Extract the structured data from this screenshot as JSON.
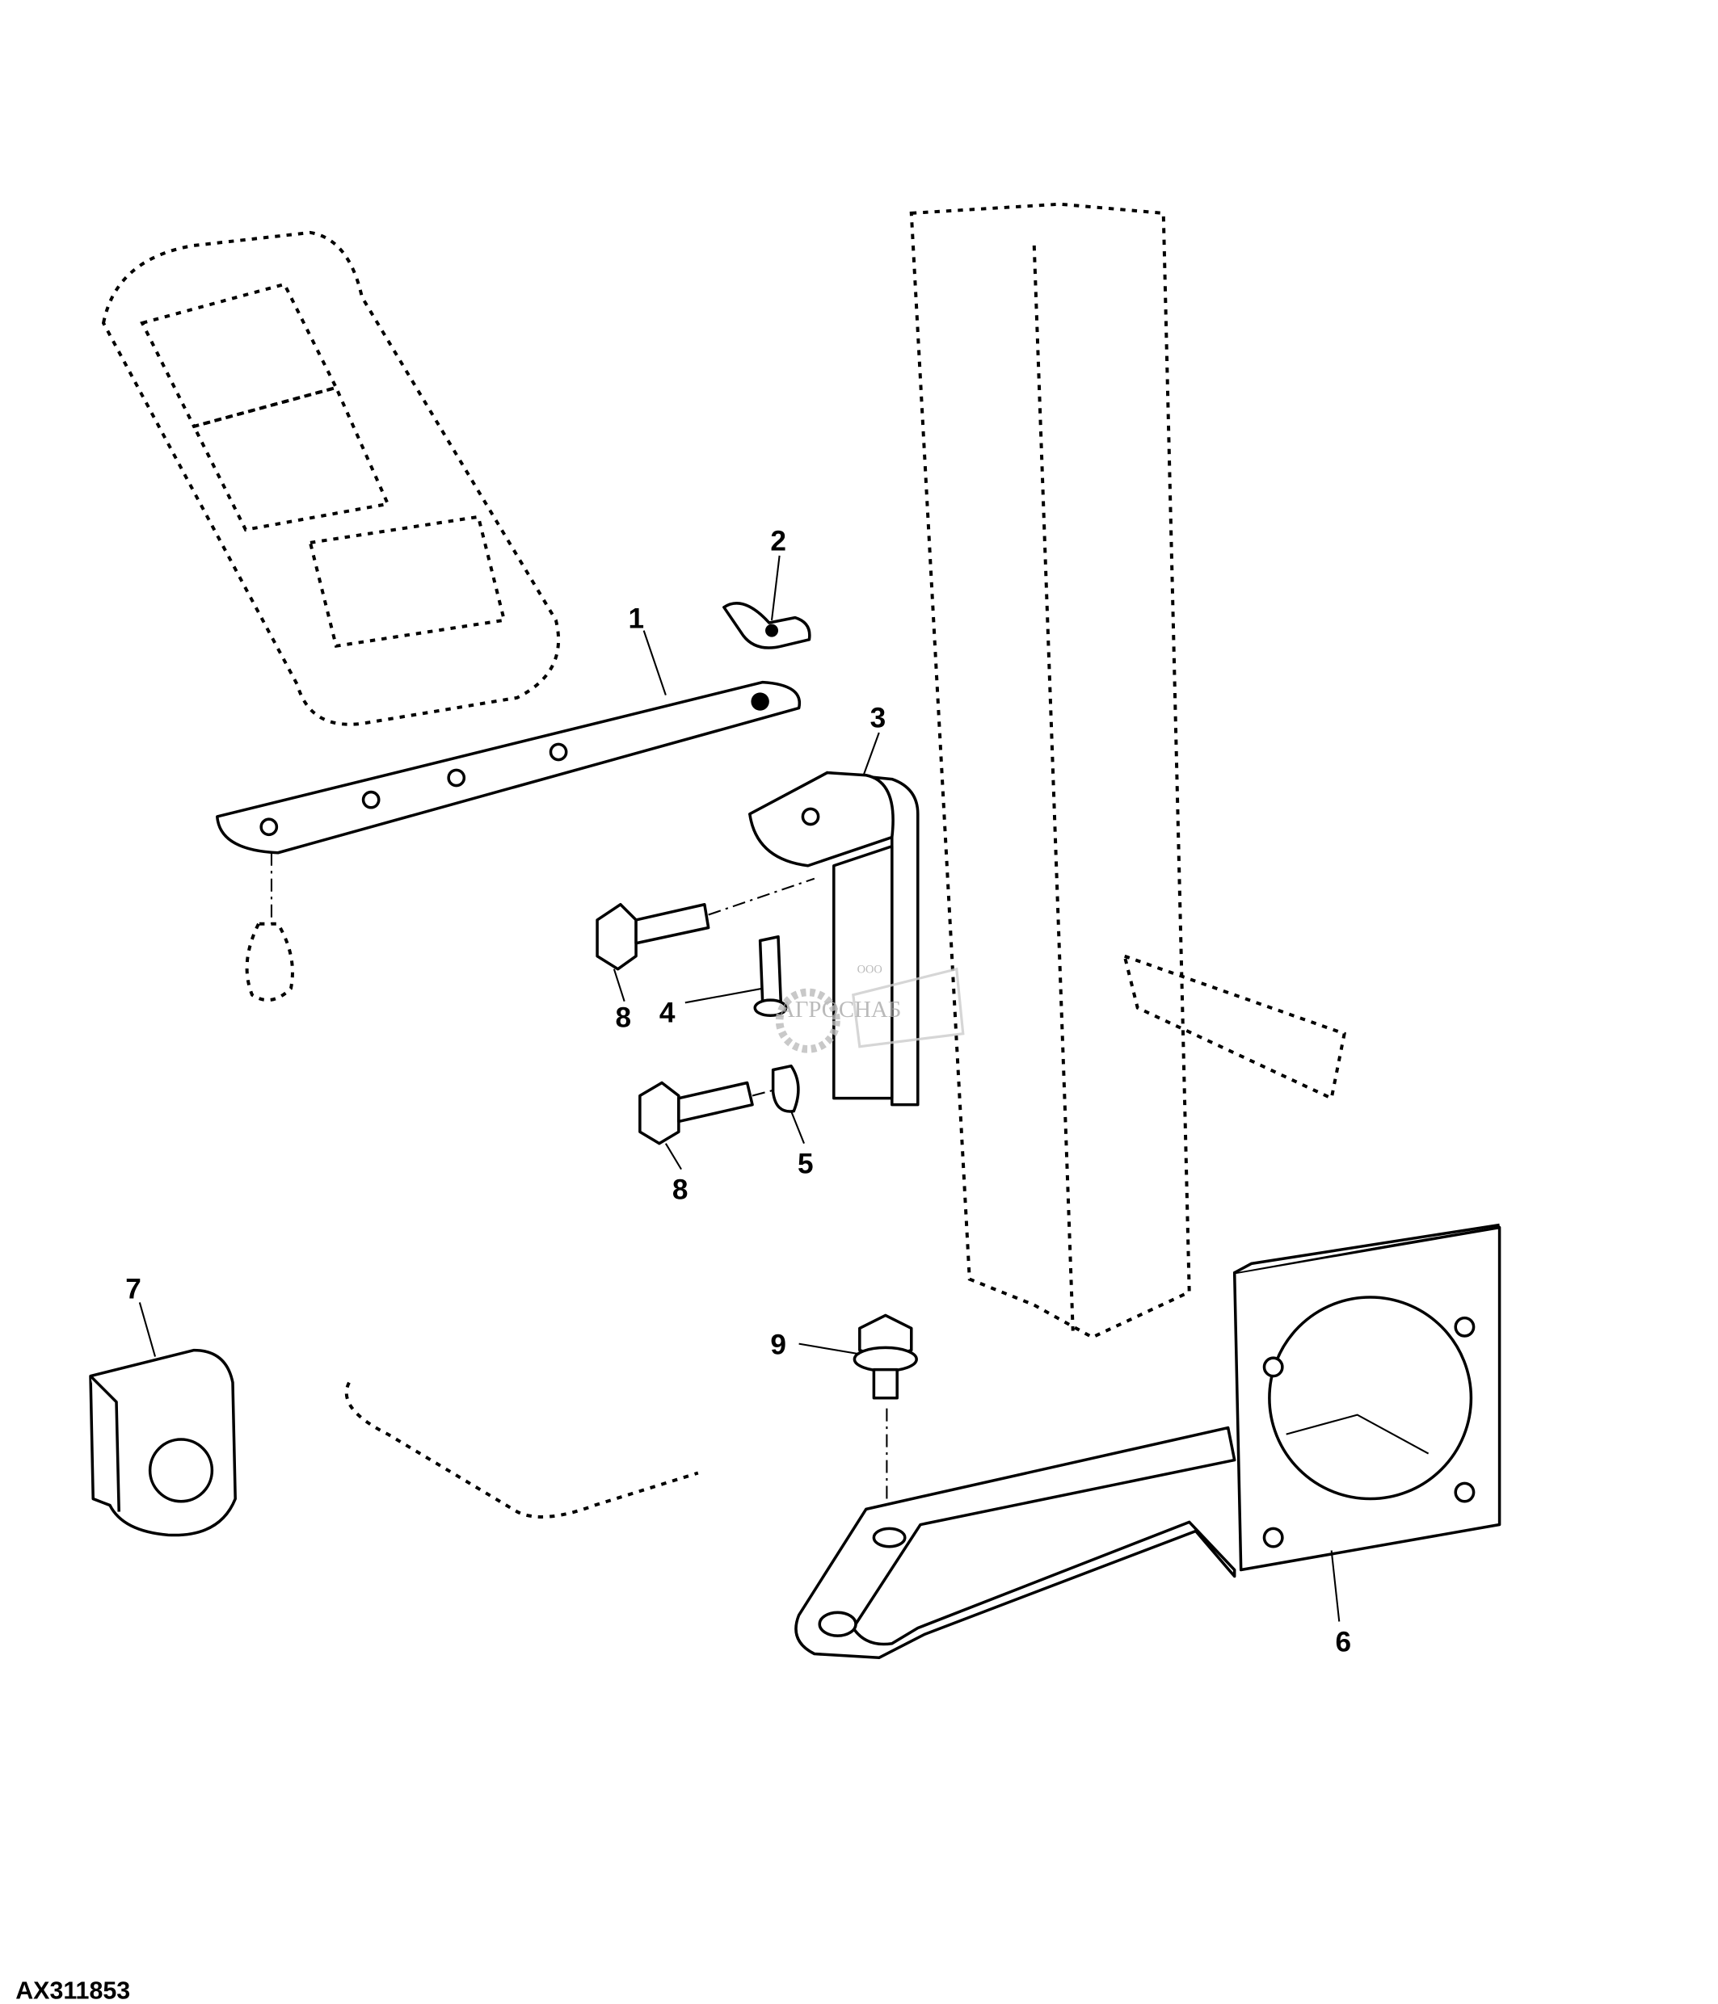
{
  "diagram": {
    "figure_code": "AX311853",
    "callouts": [
      {
        "id": "1",
        "text": "1"
      },
      {
        "id": "2",
        "text": "2"
      },
      {
        "id": "3",
        "text": "3"
      },
      {
        "id": "4",
        "text": "4"
      },
      {
        "id": "5",
        "text": "5"
      },
      {
        "id": "6",
        "text": "6"
      },
      {
        "id": "7",
        "text": "7"
      },
      {
        "id": "8a",
        "text": "8"
      },
      {
        "id": "8b",
        "text": "8"
      },
      {
        "id": "9",
        "text": "9"
      }
    ],
    "watermark": {
      "prefix": "ООО",
      "name": "АГРОСНАБ"
    }
  }
}
